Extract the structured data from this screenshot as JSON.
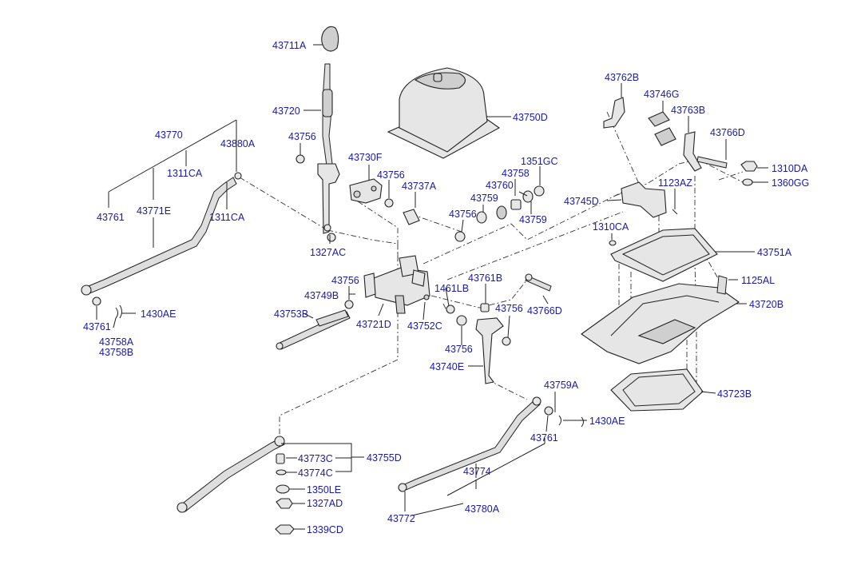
{
  "labels": [
    "43711A",
    "43720",
    "43756",
    "43770",
    "43880A",
    "1311CA",
    "43761",
    "43771E",
    "1311CA",
    "43730F",
    "43756",
    "43737A",
    "1327AC",
    "43750D",
    "1351GC",
    "43758",
    "43760",
    "43759",
    "43759",
    "43756",
    "43762B",
    "43746G",
    "43763B",
    "43766D",
    "1310DA",
    "1360GG",
    "1123AZ",
    "43745D",
    "1310CA",
    "43751A",
    "1125AL",
    "43720B",
    "43723B",
    "43756",
    "43749B",
    "43753B",
    "43721D",
    "43752C",
    "1461LB",
    "43761B",
    "43756",
    "43766D",
    "43756",
    "43740E",
    "43761",
    "1430AE",
    "43758A",
    "43758B",
    "43759A",
    "1430AE",
    "43761",
    "43774",
    "43780A",
    "43772",
    "43773C",
    "43755D",
    "43774C",
    "1350LE",
    "1327AD",
    "1339CD"
  ]
}
